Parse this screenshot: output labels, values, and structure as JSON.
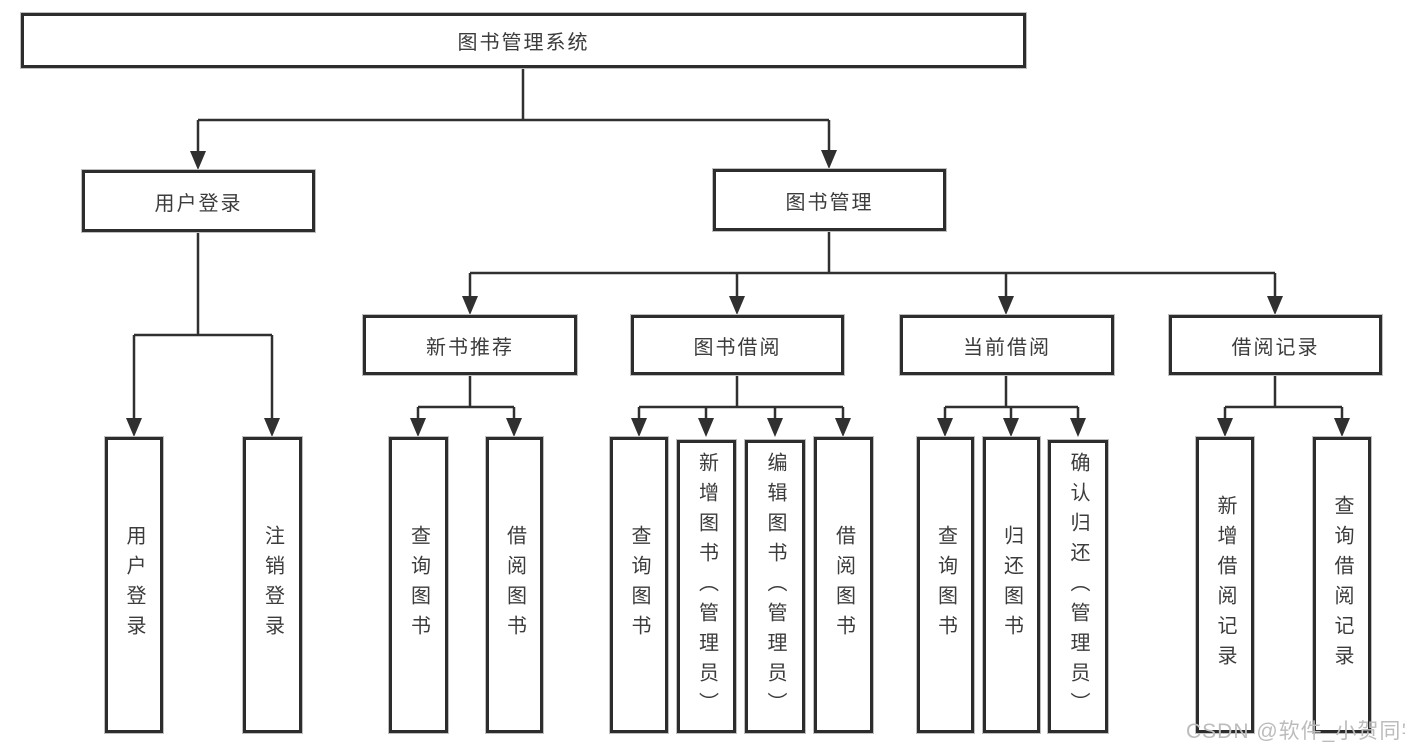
{
  "diagram": {
    "root": {
      "label": "图书管理系统"
    },
    "branches": [
      {
        "label": "用户登录",
        "leaves": [
          "用户登录",
          "注销登录"
        ]
      },
      {
        "label": "图书管理",
        "children": [
          {
            "label": "新书推荐",
            "leaves": [
              "查询图书",
              "借阅图书"
            ]
          },
          {
            "label": "图书借阅",
            "leaves": [
              "查询图书",
              "新增图书（管理员）",
              "编辑图书（管理员）",
              "借阅图书"
            ]
          },
          {
            "label": "当前借阅",
            "leaves": [
              "查询图书",
              "归还图书",
              "确认归还（管理员）"
            ]
          },
          {
            "label": "借阅记录",
            "leaves": [
              "新增借阅记录",
              "查询借阅记录"
            ]
          }
        ]
      }
    ]
  },
  "watermark": {
    "text": "CSDN @软件_小贺同学"
  },
  "colors": {
    "line": "#303030",
    "box_border": "#2d2d2d",
    "text": "#3c3c3c",
    "watermark_text": "#bcbcbc",
    "background": "#ffffff"
  }
}
